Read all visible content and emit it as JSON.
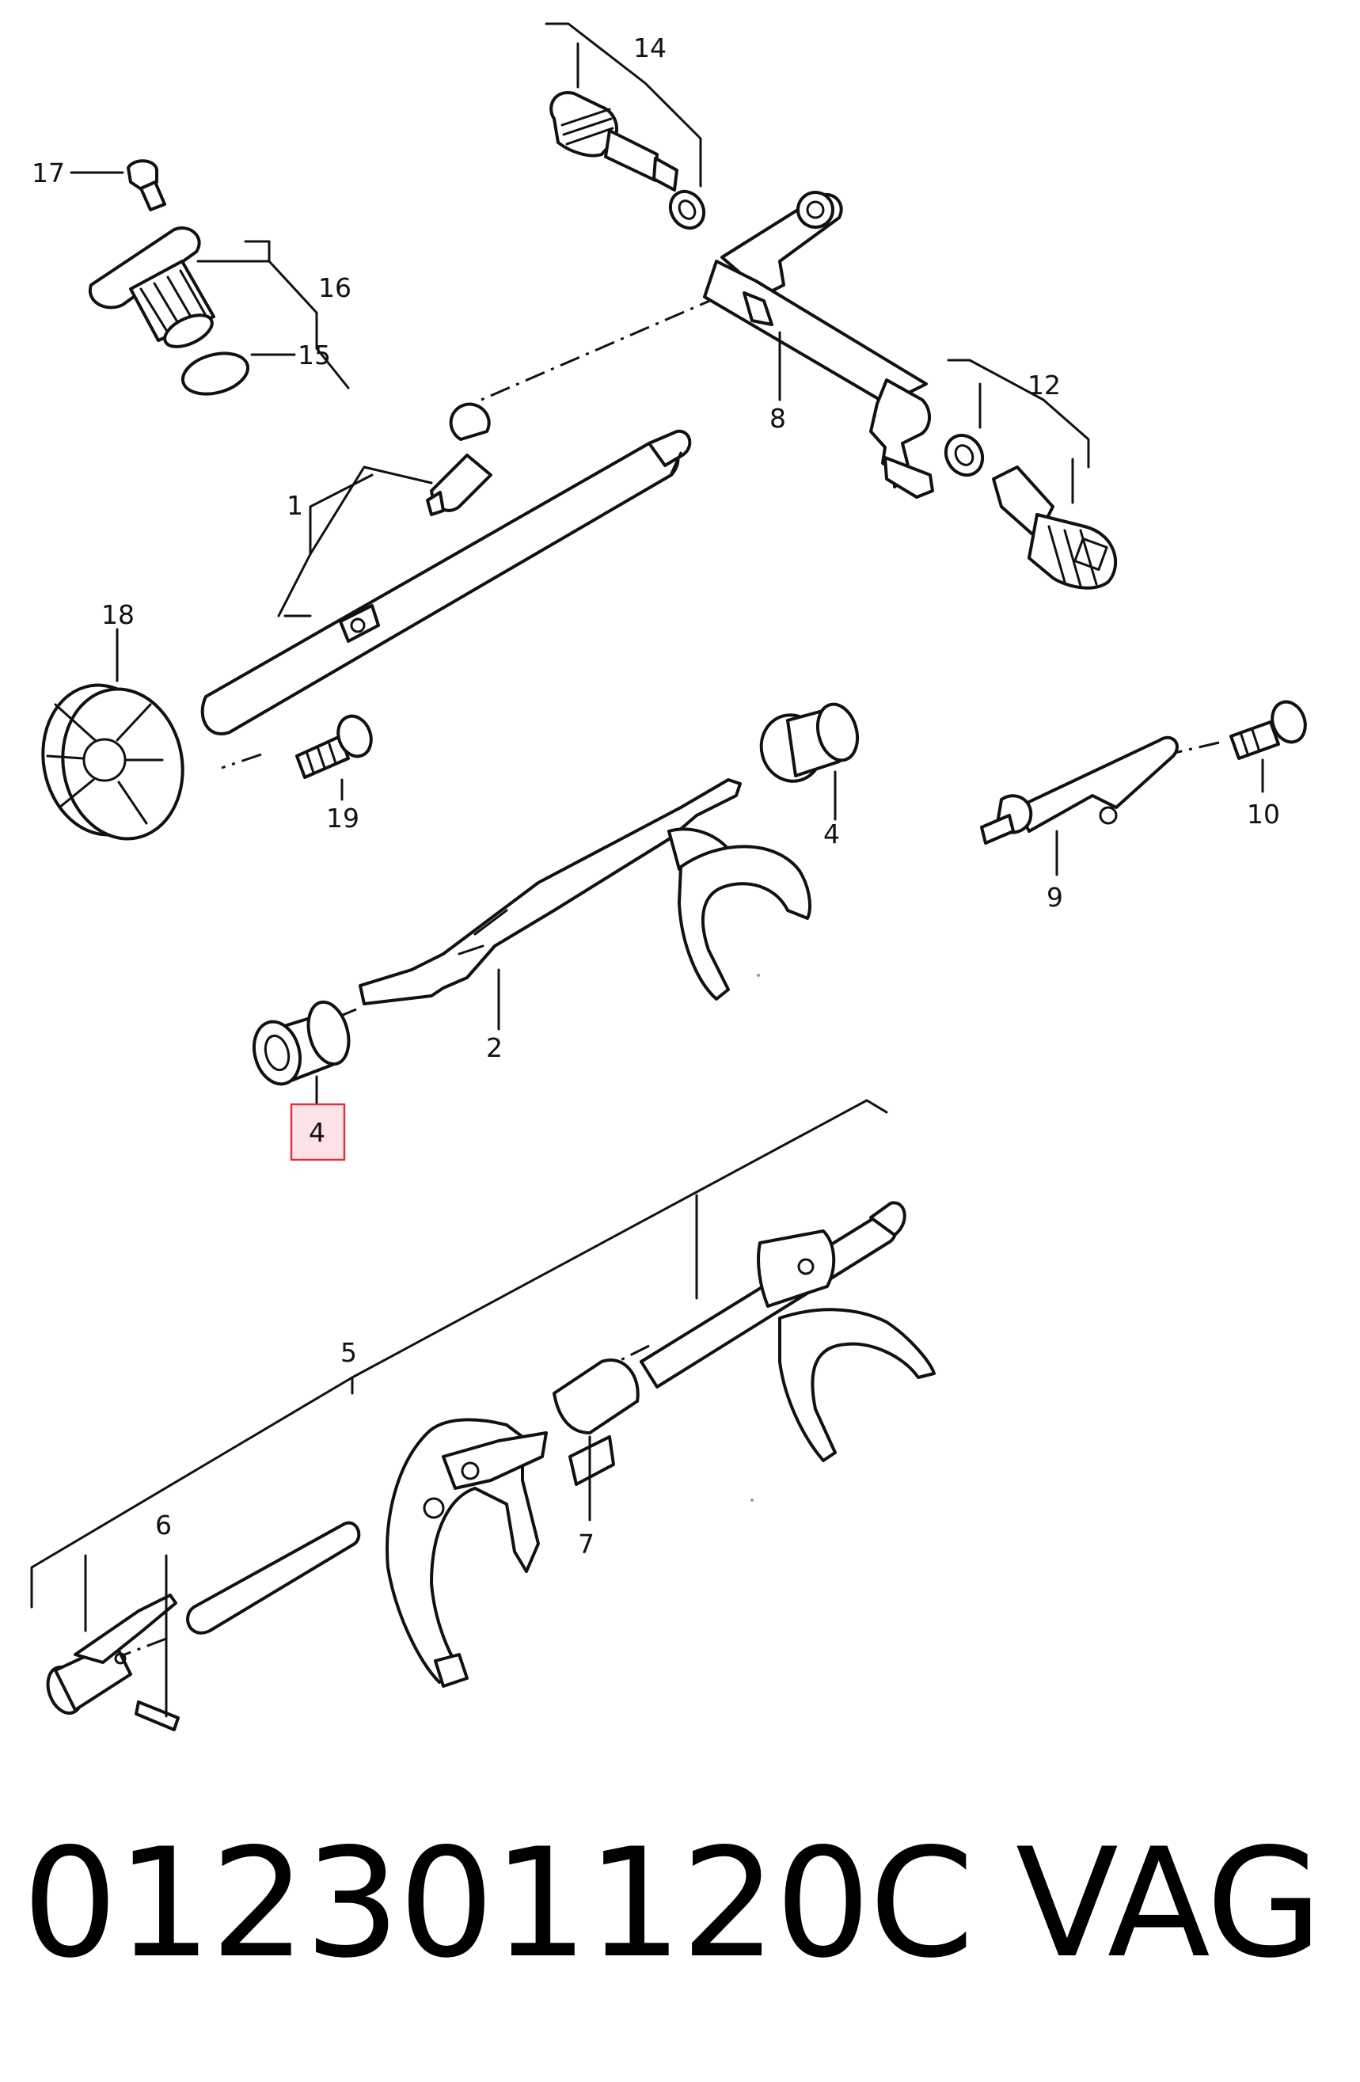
{
  "callouts": {
    "c1": "1",
    "c2": "2",
    "c4a": "4",
    "c4b": "4",
    "c5": "5",
    "c6": "6",
    "c7": "7",
    "c8": "8",
    "c9": "9",
    "c10": "10",
    "c12": "12",
    "c14": "14",
    "c15": "15",
    "c16": "16",
    "c17": "17",
    "c18": "18",
    "c19": "19"
  },
  "highlight": {
    "label": "4",
    "color": "#e0303c",
    "fill": "#fde3e6"
  },
  "footer": {
    "part_number": "012301120C",
    "brand": "VAG"
  }
}
